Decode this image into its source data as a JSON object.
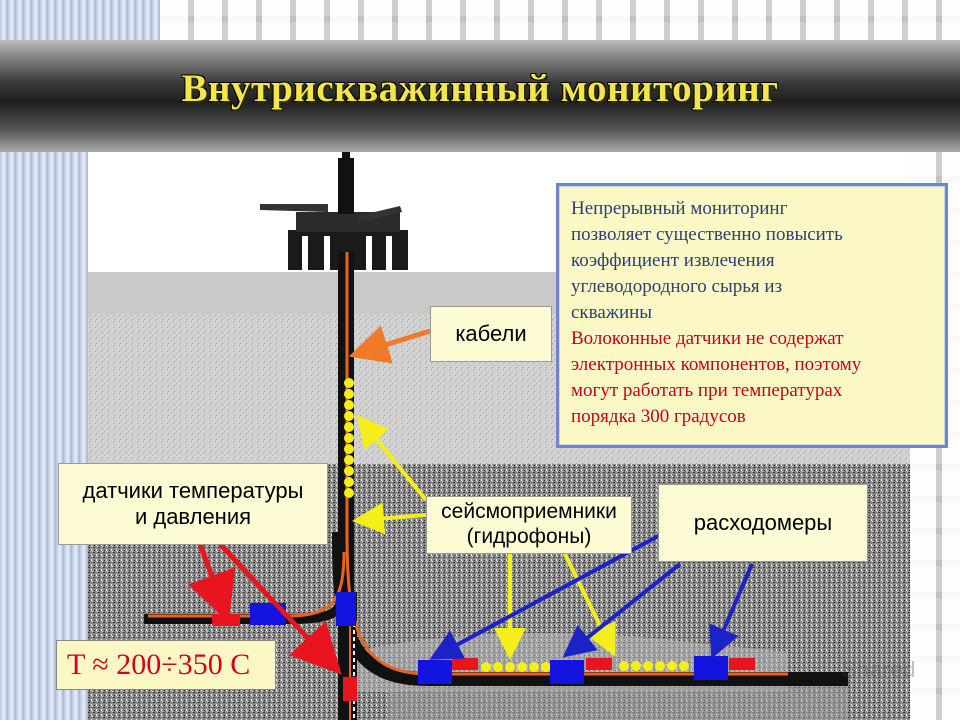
{
  "title": "Внутрискважинный мониторинг",
  "labels": {
    "cables": "кабели",
    "temp_sensors_line1": "датчики температуры",
    "temp_sensors_line2": "и давления",
    "seismic_line1": "сейсмоприемники",
    "seismic_line2": "(гидрофоны)",
    "flowmeters": "расходомеры"
  },
  "info": {
    "blue_lines": [
      "Непрерывный мониторинг",
      "позволяет существенно повысить",
      "коэффициент извлечения",
      "углеводородного сырья из",
      "скважины"
    ],
    "red_lines": [
      "Волоконные датчики не содержат",
      "электронных компонентов, поэтому",
      "могут работать при температурах",
      "порядка 300 градусов"
    ]
  },
  "formula": "T ≈ 200÷350 C",
  "watermark": "Shared",
  "colors": {
    "title_text": "#f4e64a",
    "info_blue": "#2b3f78",
    "info_red": "#c8001a",
    "arrow_red": "#e8141e",
    "arrow_orange": "#f07a2a",
    "arrow_yellow": "#f5ee18",
    "arrow_blue": "#1b22c8",
    "sensor_blue": "#1414e0",
    "sensor_red": "#e8141e",
    "hydrophone_yellow": "#f5ee18",
    "cable_orange": "#e8641e"
  }
}
